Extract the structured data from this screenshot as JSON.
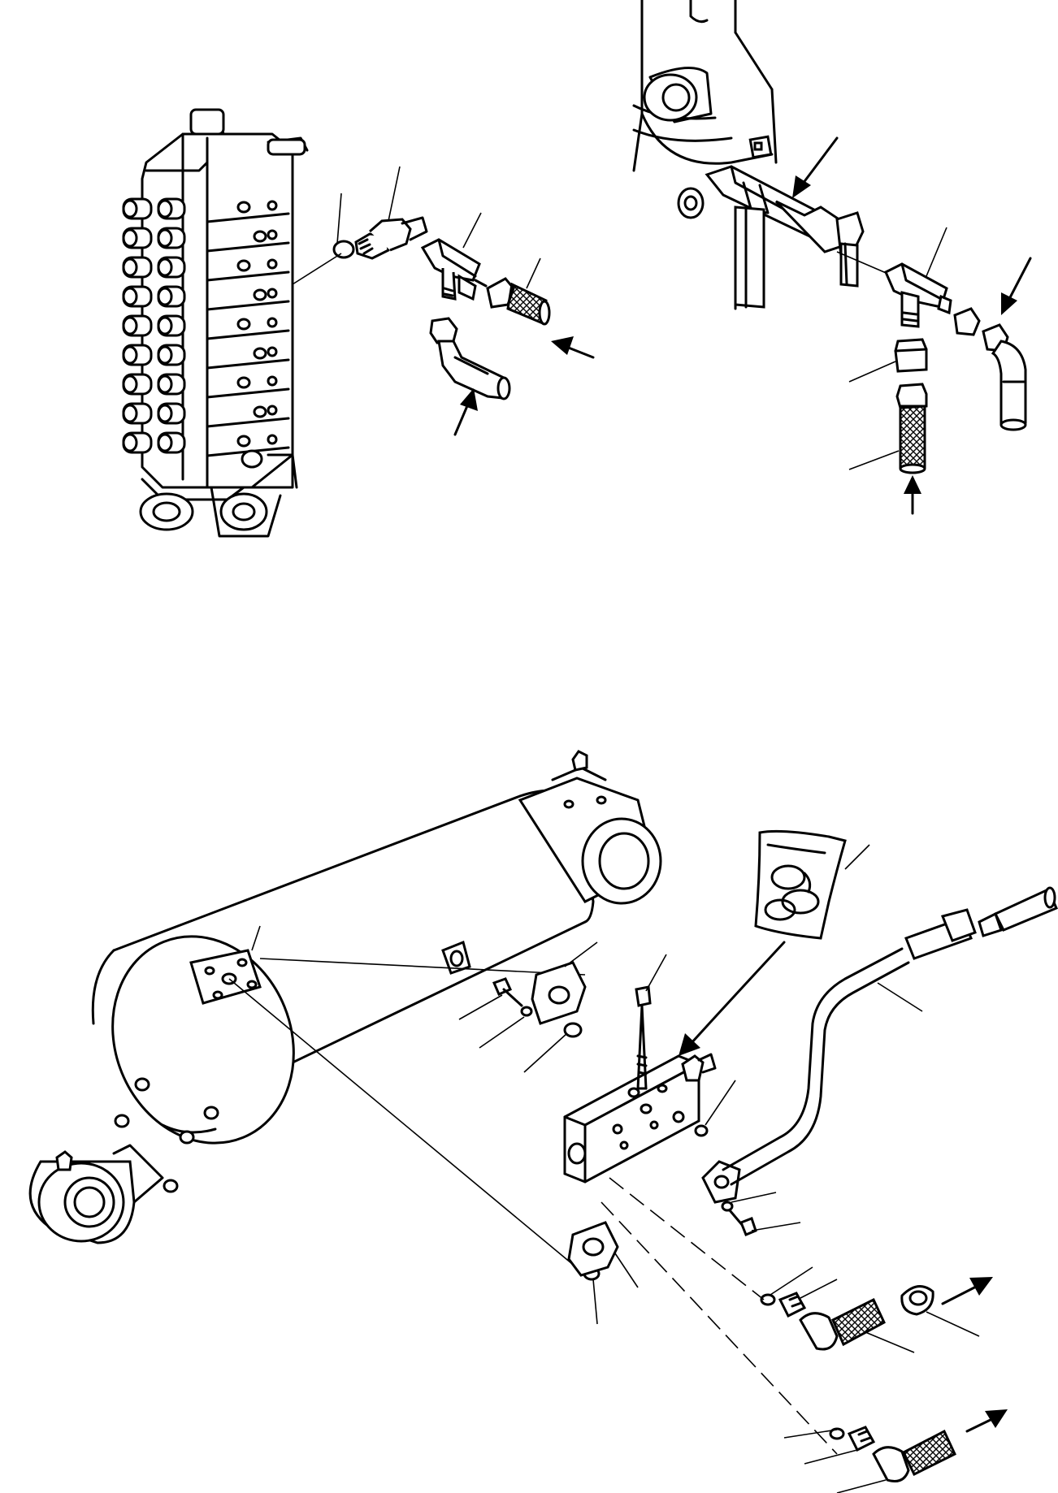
{
  "diagram": {
    "views": [
      {
        "id": "control-valve-connection"
      },
      {
        "id": "tank-connection"
      },
      {
        "id": "cylinder-safety-valve"
      }
    ],
    "text_labels": []
  },
  "colors": {
    "line": "#000000",
    "background": "#ffffff"
  }
}
